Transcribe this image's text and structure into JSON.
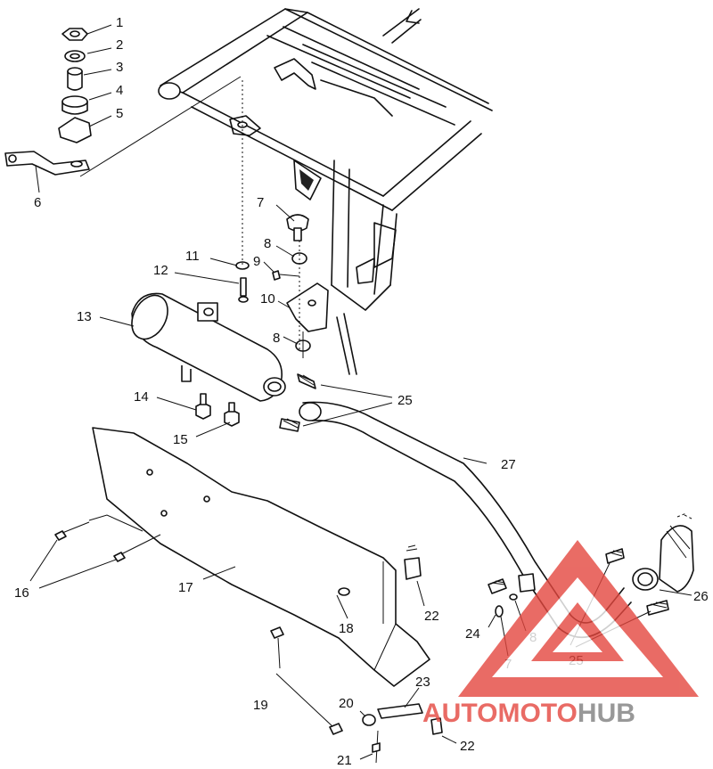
{
  "callouts": {
    "c1": "1",
    "c2": "2",
    "c3": "3",
    "c4": "4",
    "c5": "5",
    "c6": "6",
    "c7": "7",
    "c8a": "8",
    "c9": "9",
    "c10": "10",
    "c11": "11",
    "c12": "12",
    "c13": "13",
    "c8b": "8",
    "c14": "14",
    "c25a": "25",
    "c15": "15",
    "c27": "27",
    "c16": "16",
    "c17": "17",
    "c22a": "22",
    "c18": "18",
    "c26": "26",
    "c24": "24",
    "c8c": "8",
    "c7b": "7",
    "c25b": "25",
    "c19": "19",
    "c20": "20",
    "c23": "23",
    "c22b": "22",
    "c21": "21"
  },
  "watermark": {
    "text_part1": "AUTO",
    "text_part2": "MOTO",
    "text_part3": "HUB",
    "color_red": "#e4473f",
    "color_gray": "#7f7f7f"
  }
}
